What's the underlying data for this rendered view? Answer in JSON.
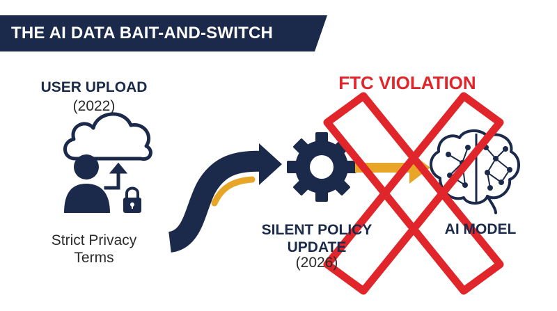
{
  "header": {
    "title": "THE AI DATA BAIT-AND-SWITCH"
  },
  "user_upload": {
    "title": "USER UPLOAD",
    "year": "(2022)",
    "caption_line1": "Strict Privacy",
    "caption_line2": "Terms"
  },
  "policy_update": {
    "title_line1": "SILENT POLICY",
    "title_line2": "UPDATE",
    "year": "(2026)"
  },
  "ai_model": {
    "label": "AI MODEL"
  },
  "violation": {
    "label": "FTC VIOLATION"
  },
  "icons": {
    "cloud": "cloud-icon",
    "user": "user-icon",
    "upload": "upload-arrow-icon",
    "lock": "lock-icon",
    "gear": "gear-icon",
    "brain": "brain-network-icon",
    "cross": "cross-mark-icon",
    "flow_arrow": "curved-arrow-icon",
    "data_arrow": "data-flow-arrow-icon"
  },
  "colors": {
    "navy": "#1b2a4a",
    "gold": "#e8a628",
    "red": "#e0262a",
    "text": "#2a2a2a",
    "background": "#ffffff"
  }
}
